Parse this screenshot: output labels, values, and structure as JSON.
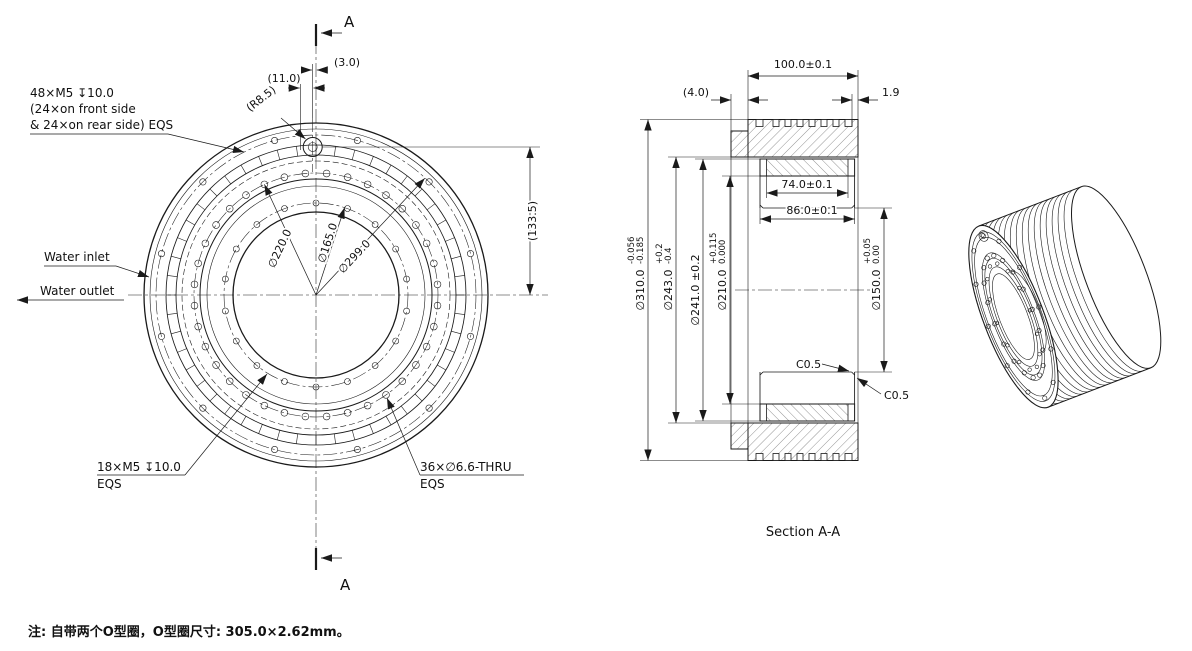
{
  "drawing": {
    "note": "注: 自带两个O型圈，O型圈尺寸: 305.0×2.62mm。"
  },
  "front": {
    "a_top": "A",
    "a_bottom": "A",
    "dim_3": "(3.0)",
    "dim_11": "(11.0)",
    "dim_r85": "(R8.5)",
    "dim_133": "(133.5)",
    "note48_1": "48×M5 ↧10.0",
    "note48_2": "(24×on front side",
    "note48_3": "& 24×on rear side) EQS",
    "water_inlet": "Water inlet",
    "water_outlet": "Water outlet",
    "d220": "∅220.0",
    "d165": "∅165.0",
    "d299": "∅299.0",
    "note18_1": "18×M5 ↧10.0",
    "note18_2": "EQS",
    "note36_1": "36×∅6.6-THRU",
    "note36_2": "EQS"
  },
  "section": {
    "dim_100": "100.0±0.1",
    "dim_4": "(4.0)",
    "dim_19": "1.9",
    "dim_74": "74.0±0.1",
    "dim_86": "86.0±0.1",
    "d310": "∅310.0",
    "d310_u": "-0.056",
    "d310_l": "-0.185",
    "d243": "∅243.0",
    "d243_u": "+0.2",
    "d243_l": "-0.4",
    "d241": "∅241.0 ±0.2",
    "d210": "∅210.0",
    "d210_u": "+0.115",
    "d210_l": "0.000",
    "d150": "∅150.0",
    "d150_u": "+0.05",
    "d150_l": "0.00",
    "c05_a": "C0.5",
    "c05_b": "C0.5",
    "caption": "Section A-A"
  }
}
